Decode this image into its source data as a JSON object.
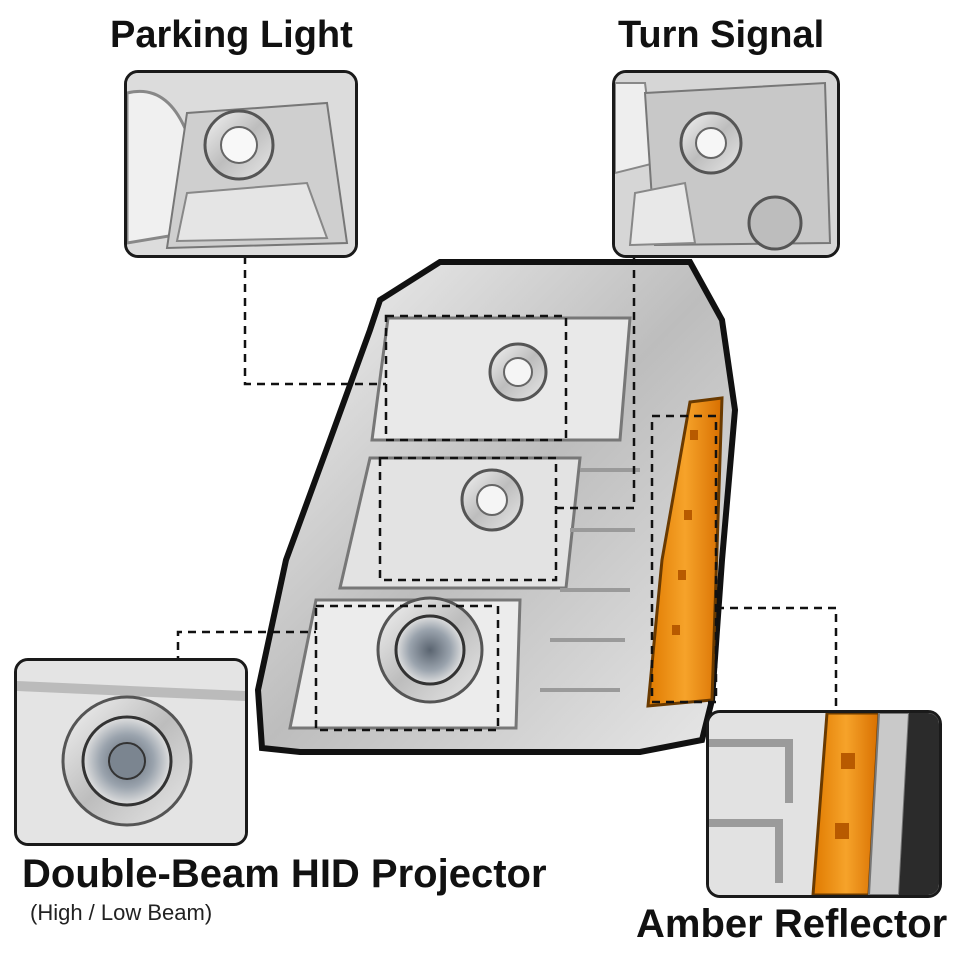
{
  "labels": {
    "parking_light": "Parking Light",
    "turn_signal": "Turn Signal",
    "hid_projector": "Double-Beam HID Projector",
    "hid_projector_sub": "(High / Low Beam)",
    "amber_reflector": "Amber Reflector"
  },
  "colors": {
    "chrome": "#c9c9c9",
    "amber": "#f29a1a",
    "frame": "#1a1a1a",
    "text": "#111111"
  }
}
